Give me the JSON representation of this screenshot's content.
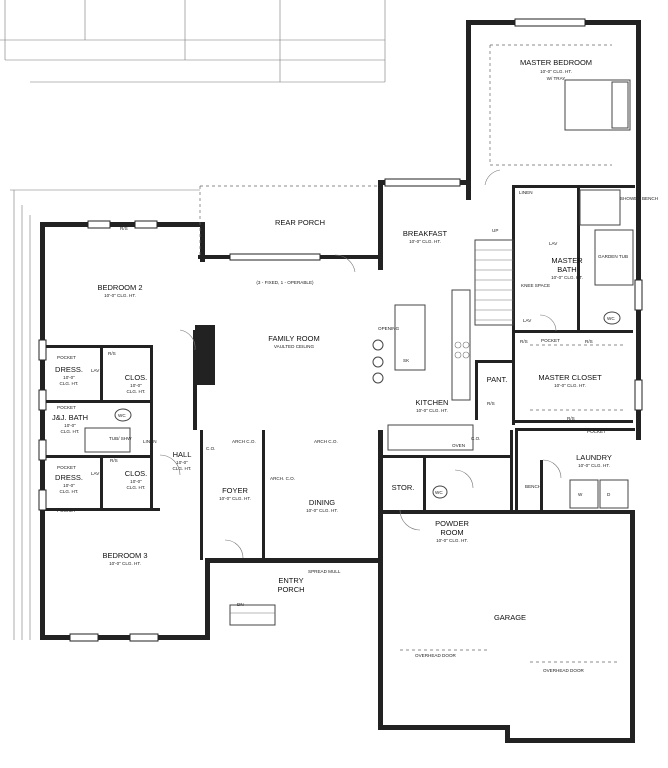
{
  "rooms": {
    "master_bedroom": {
      "name": "MASTER BEDROOM",
      "ceiling": "10'-0\" CLG. HT.",
      "note": "W/ TRAY"
    },
    "rear_porch": {
      "name": "REAR PORCH"
    },
    "breakfast": {
      "name": "BREAKFAST",
      "ceiling": "10'-0\" CLG. HT."
    },
    "master_bath": {
      "name": "MASTER",
      "name2": "BATH",
      "ceiling": "10'-0\" CLG. HT."
    },
    "bedroom2": {
      "name": "BEDROOM 2",
      "ceiling": "10'-0\" CLG. HT."
    },
    "family_room": {
      "name": "FAMILY ROOM",
      "ceiling": "VAULTED CEILING"
    },
    "master_closet": {
      "name": "MASTER CLOSET",
      "ceiling": "10'-0\" CLG. HT."
    },
    "dress1": {
      "name": "DRESS.",
      "ceiling": "10'-0\"",
      "ceiling2": "CLG. HT."
    },
    "clos1": {
      "name": "CLOS.",
      "ceiling": "10'-0\"",
      "ceiling2": "CLG. HT."
    },
    "jj_bath": {
      "name": "J&J. BATH",
      "ceiling": "10'-0\"",
      "ceiling2": "CLG. HT."
    },
    "kitchen": {
      "name": "KITCHEN",
      "ceiling": "10'-0\" CLG. HT."
    },
    "pantry": {
      "name": "PANT."
    },
    "hall": {
      "name": "HALL",
      "ceiling": "10'-0\"",
      "ceiling2": "CLG. HT."
    },
    "laundry": {
      "name": "LAUNDRY",
      "ceiling": "10'-0\" CLG. HT."
    },
    "dress2": {
      "name": "DRESS.",
      "ceiling": "10'-0\"",
      "ceiling2": "CLG. HT."
    },
    "clos2": {
      "name": "CLOS.",
      "ceiling": "10'-0\"",
      "ceiling2": "CLG. HT."
    },
    "foyer": {
      "name": "FOYER",
      "ceiling": "10'-0\" CLG. HT."
    },
    "dining": {
      "name": "DINING",
      "ceiling": "10'-0\" CLG. HT."
    },
    "storage": {
      "name": "STOR."
    },
    "powder_room": {
      "name": "POWDER",
      "name2": "ROOM",
      "ceiling": "10'-0\" CLG. HT."
    },
    "bedroom3": {
      "name": "BEDROOM 3",
      "ceiling": "10'-0\" CLG. HT."
    },
    "entry_porch": {
      "name": "ENTRY",
      "name2": "PORCH"
    },
    "garage": {
      "name": "GARAGE"
    }
  },
  "notes": {
    "window_fixed": "(3 - FIXED, 1 - OPERABLE)",
    "pocket": "POCKET",
    "rs": "R/S",
    "arch_co": "ARCH C.O.",
    "arch_co_short": "ARCH. C.O.",
    "co": "C.O.",
    "oven": "OVEN",
    "wc": "WC",
    "lav": "LAV",
    "linen": "LINEN",
    "tub_shw": "TUB/ SHW",
    "garden_tub": "GARDEN TUB",
    "shower_bench": "SHOWER BENCH",
    "knee_space": "KNEE SPACE",
    "up": "UP",
    "dn": "DN",
    "bench": "BENCH",
    "spread_mull": "SPREAD MULL",
    "overhead_door": "OVERHEAD DOOR",
    "opening": "OPENING",
    "sk": "SK",
    "w": "W",
    "d": "D"
  }
}
